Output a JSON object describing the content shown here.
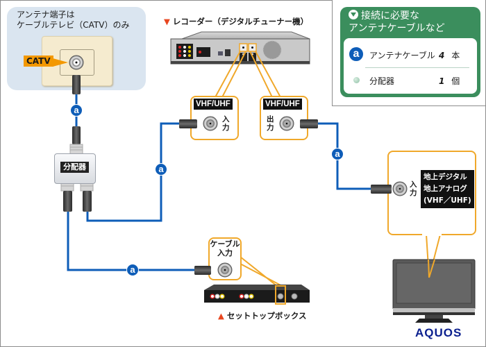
{
  "wall": {
    "title": "アンテナ端子は\nケーブルテレビ（CATV）のみ",
    "port_label": "CATV"
  },
  "recorder": {
    "marker": "▼",
    "label": "レコーダー（デジタルチューナー機）",
    "input_box": {
      "tag": "VHF/UHF",
      "side_text": "入\n力"
    },
    "output_box": {
      "tag": "VHF/UHF",
      "side_text": "出\n力"
    }
  },
  "legend": {
    "title": "接続に必要な\nアンテナケーブルなど",
    "items": [
      {
        "icon": "a",
        "label": "アンテナケーブル",
        "qty": "4",
        "unit": "本"
      },
      {
        "icon": "dot",
        "label": "分配器",
        "qty": "1",
        "unit": "個"
      }
    ],
    "colors": {
      "header": "#3b8e5d",
      "badge": "#0e5db8"
    }
  },
  "splitter": {
    "label": "分配器"
  },
  "cable_badge": "a",
  "stb": {
    "marker": "▲",
    "label": "セットトップボックス",
    "input_box": {
      "label": "ケーブル\n入力"
    }
  },
  "tv": {
    "input_side_text": "入\n力",
    "tag": "地上デジタル\n地上アナログ\n(VHF／UHF)",
    "brand": "AQUOS"
  },
  "colors": {
    "cable": "#0e5db8",
    "callout": "#f0a82a",
    "marker": "#e8461f"
  }
}
